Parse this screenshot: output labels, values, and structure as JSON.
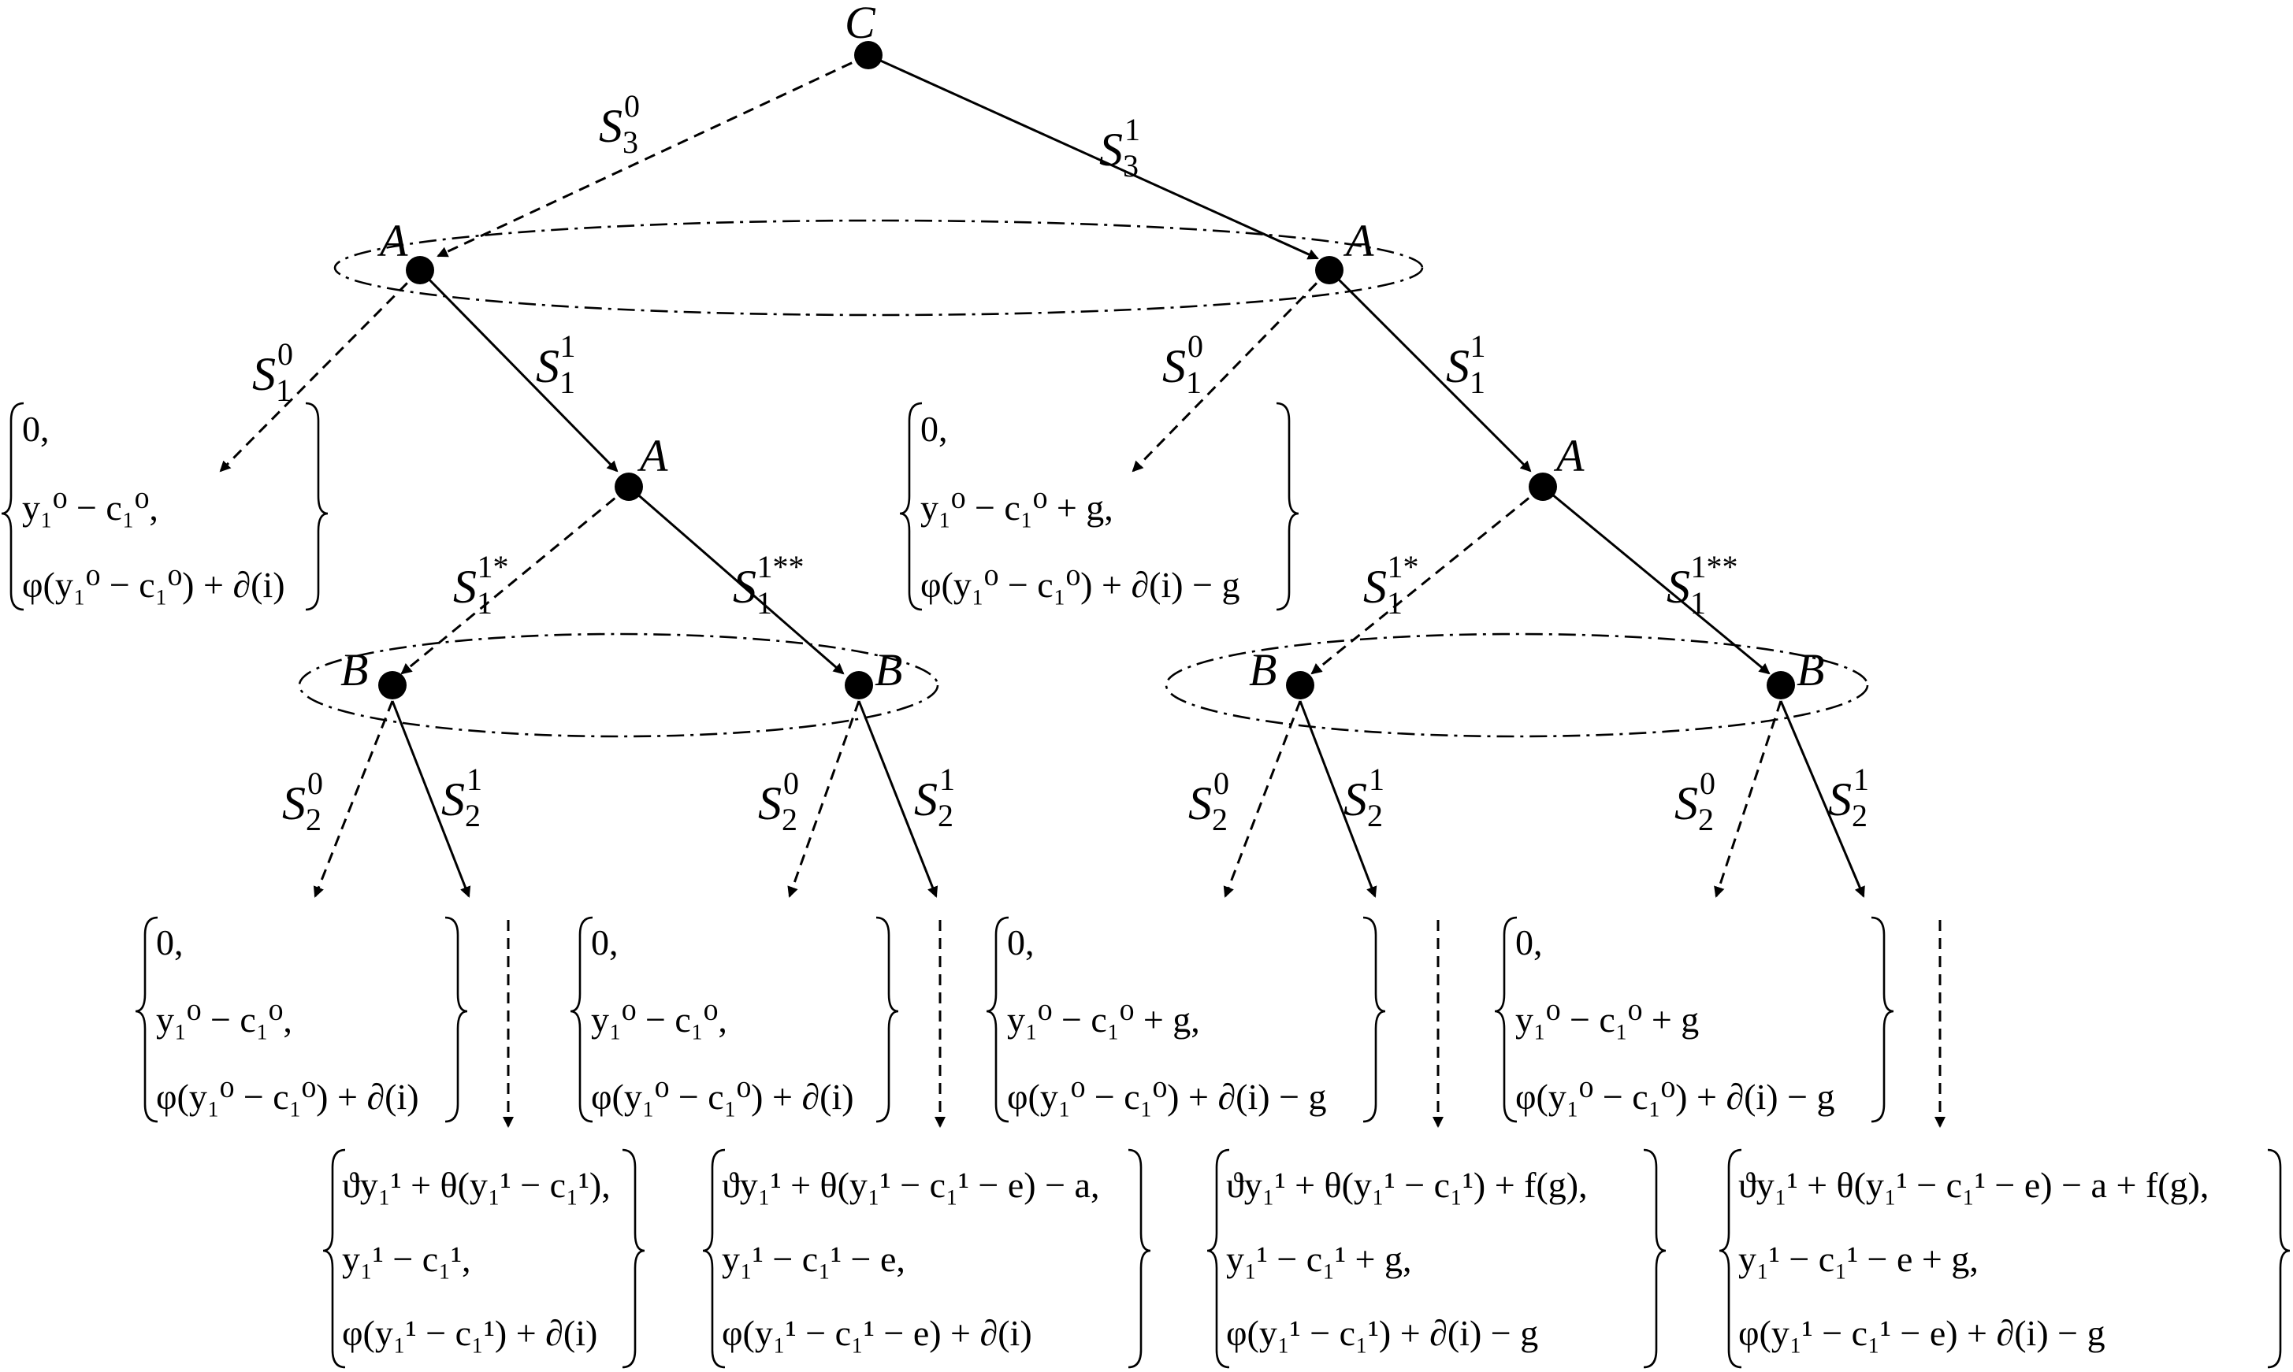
{
  "nodes": {
    "c": "C",
    "a_left": "A",
    "a_right": "A",
    "a_mid_left": "A",
    "a_mid_right": "A",
    "b1": "B",
    "b2": "B",
    "b3": "B",
    "b4": "B"
  },
  "edges": {
    "s3_0": {
      "base": "S",
      "sub": "3",
      "sup": "0"
    },
    "s3_1": {
      "base": "S",
      "sub": "3",
      "sup": "1"
    },
    "s1_0_left": {
      "base": "S",
      "sub": "1",
      "sup": "0"
    },
    "s1_1_left": {
      "base": "S",
      "sub": "1",
      "sup": "1"
    },
    "s1_0_right": {
      "base": "S",
      "sub": "1",
      "sup": "0"
    },
    "s1_1_right": {
      "base": "S",
      "sub": "1",
      "sup": "1"
    },
    "s1_1star_left": {
      "base": "S",
      "sub": "1",
      "sup": "1*"
    },
    "s1_1starstar_left": {
      "base": "S",
      "sub": "1",
      "sup": "1**"
    },
    "s1_1star_right": {
      "base": "S",
      "sub": "1",
      "sup": "1*"
    },
    "s1_1starstar_right": {
      "base": "S",
      "sub": "1",
      "sup": "1**"
    },
    "s2_0_b1": {
      "base": "S",
      "sub": "2",
      "sup": "0"
    },
    "s2_1_b1": {
      "base": "S",
      "sub": "2",
      "sup": "1"
    },
    "s2_0_b2": {
      "base": "S",
      "sub": "2",
      "sup": "0"
    },
    "s2_1_b2": {
      "base": "S",
      "sub": "2",
      "sup": "1"
    },
    "s2_0_b3": {
      "base": "S",
      "sub": "2",
      "sup": "0"
    },
    "s2_1_b3": {
      "base": "S",
      "sub": "2",
      "sup": "1"
    },
    "s2_0_b4": {
      "base": "S",
      "sub": "2",
      "sup": "0"
    },
    "s2_1_b4": {
      "base": "S",
      "sub": "2",
      "sup": "1"
    }
  },
  "payoffs": {
    "p1": [
      "0,",
      "y₁⁰ − c₁⁰,",
      "φ(y₁⁰ − c₁⁰) + ∂(i)"
    ],
    "p2": [
      "0,",
      "y₁⁰ − c₁⁰ + g,",
      "φ(y₁⁰ − c₁⁰) + ∂(i) − g"
    ],
    "p3": [
      "0,",
      "y₁⁰ − c₁⁰,",
      "φ(y₁⁰ − c₁⁰) + ∂(i)"
    ],
    "p4": [
      "0,",
      "y₁⁰ − c₁⁰,",
      "φ(y₁⁰ − c₁⁰) + ∂(i)"
    ],
    "p5": [
      "0,",
      "y₁⁰ − c₁⁰ + g,",
      "φ(y₁⁰ − c₁⁰) + ∂(i) − g"
    ],
    "p6": [
      "0,",
      "y₁⁰ − c₁⁰ + g",
      "φ(y₁⁰ − c₁⁰) + ∂(i) − g"
    ],
    "p7": [
      "ϑy₁¹ + θ(y₁¹ − c₁¹),",
      "y₁¹ − c₁¹,",
      "φ(y₁¹ − c₁¹) + ∂(i)"
    ],
    "p8": [
      "ϑy₁¹ + θ(y₁¹ − c₁¹ − e) − a,",
      "y₁¹ − c₁¹ − e,",
      "φ(y₁¹ − c₁¹ − e) + ∂(i)"
    ],
    "p9": [
      "ϑy₁¹ + θ(y₁¹ − c₁¹) + f(g),",
      "y₁¹ − c₁¹ + g,",
      "φ(y₁¹ − c₁¹) + ∂(i) − g"
    ],
    "p10": [
      "ϑy₁¹ + θ(y₁¹ − c₁¹ − e) − a + f(g),",
      "y₁¹ − c₁¹ − e + g,",
      "φ(y₁¹ − c₁¹ − e) + ∂(i) − g"
    ]
  }
}
